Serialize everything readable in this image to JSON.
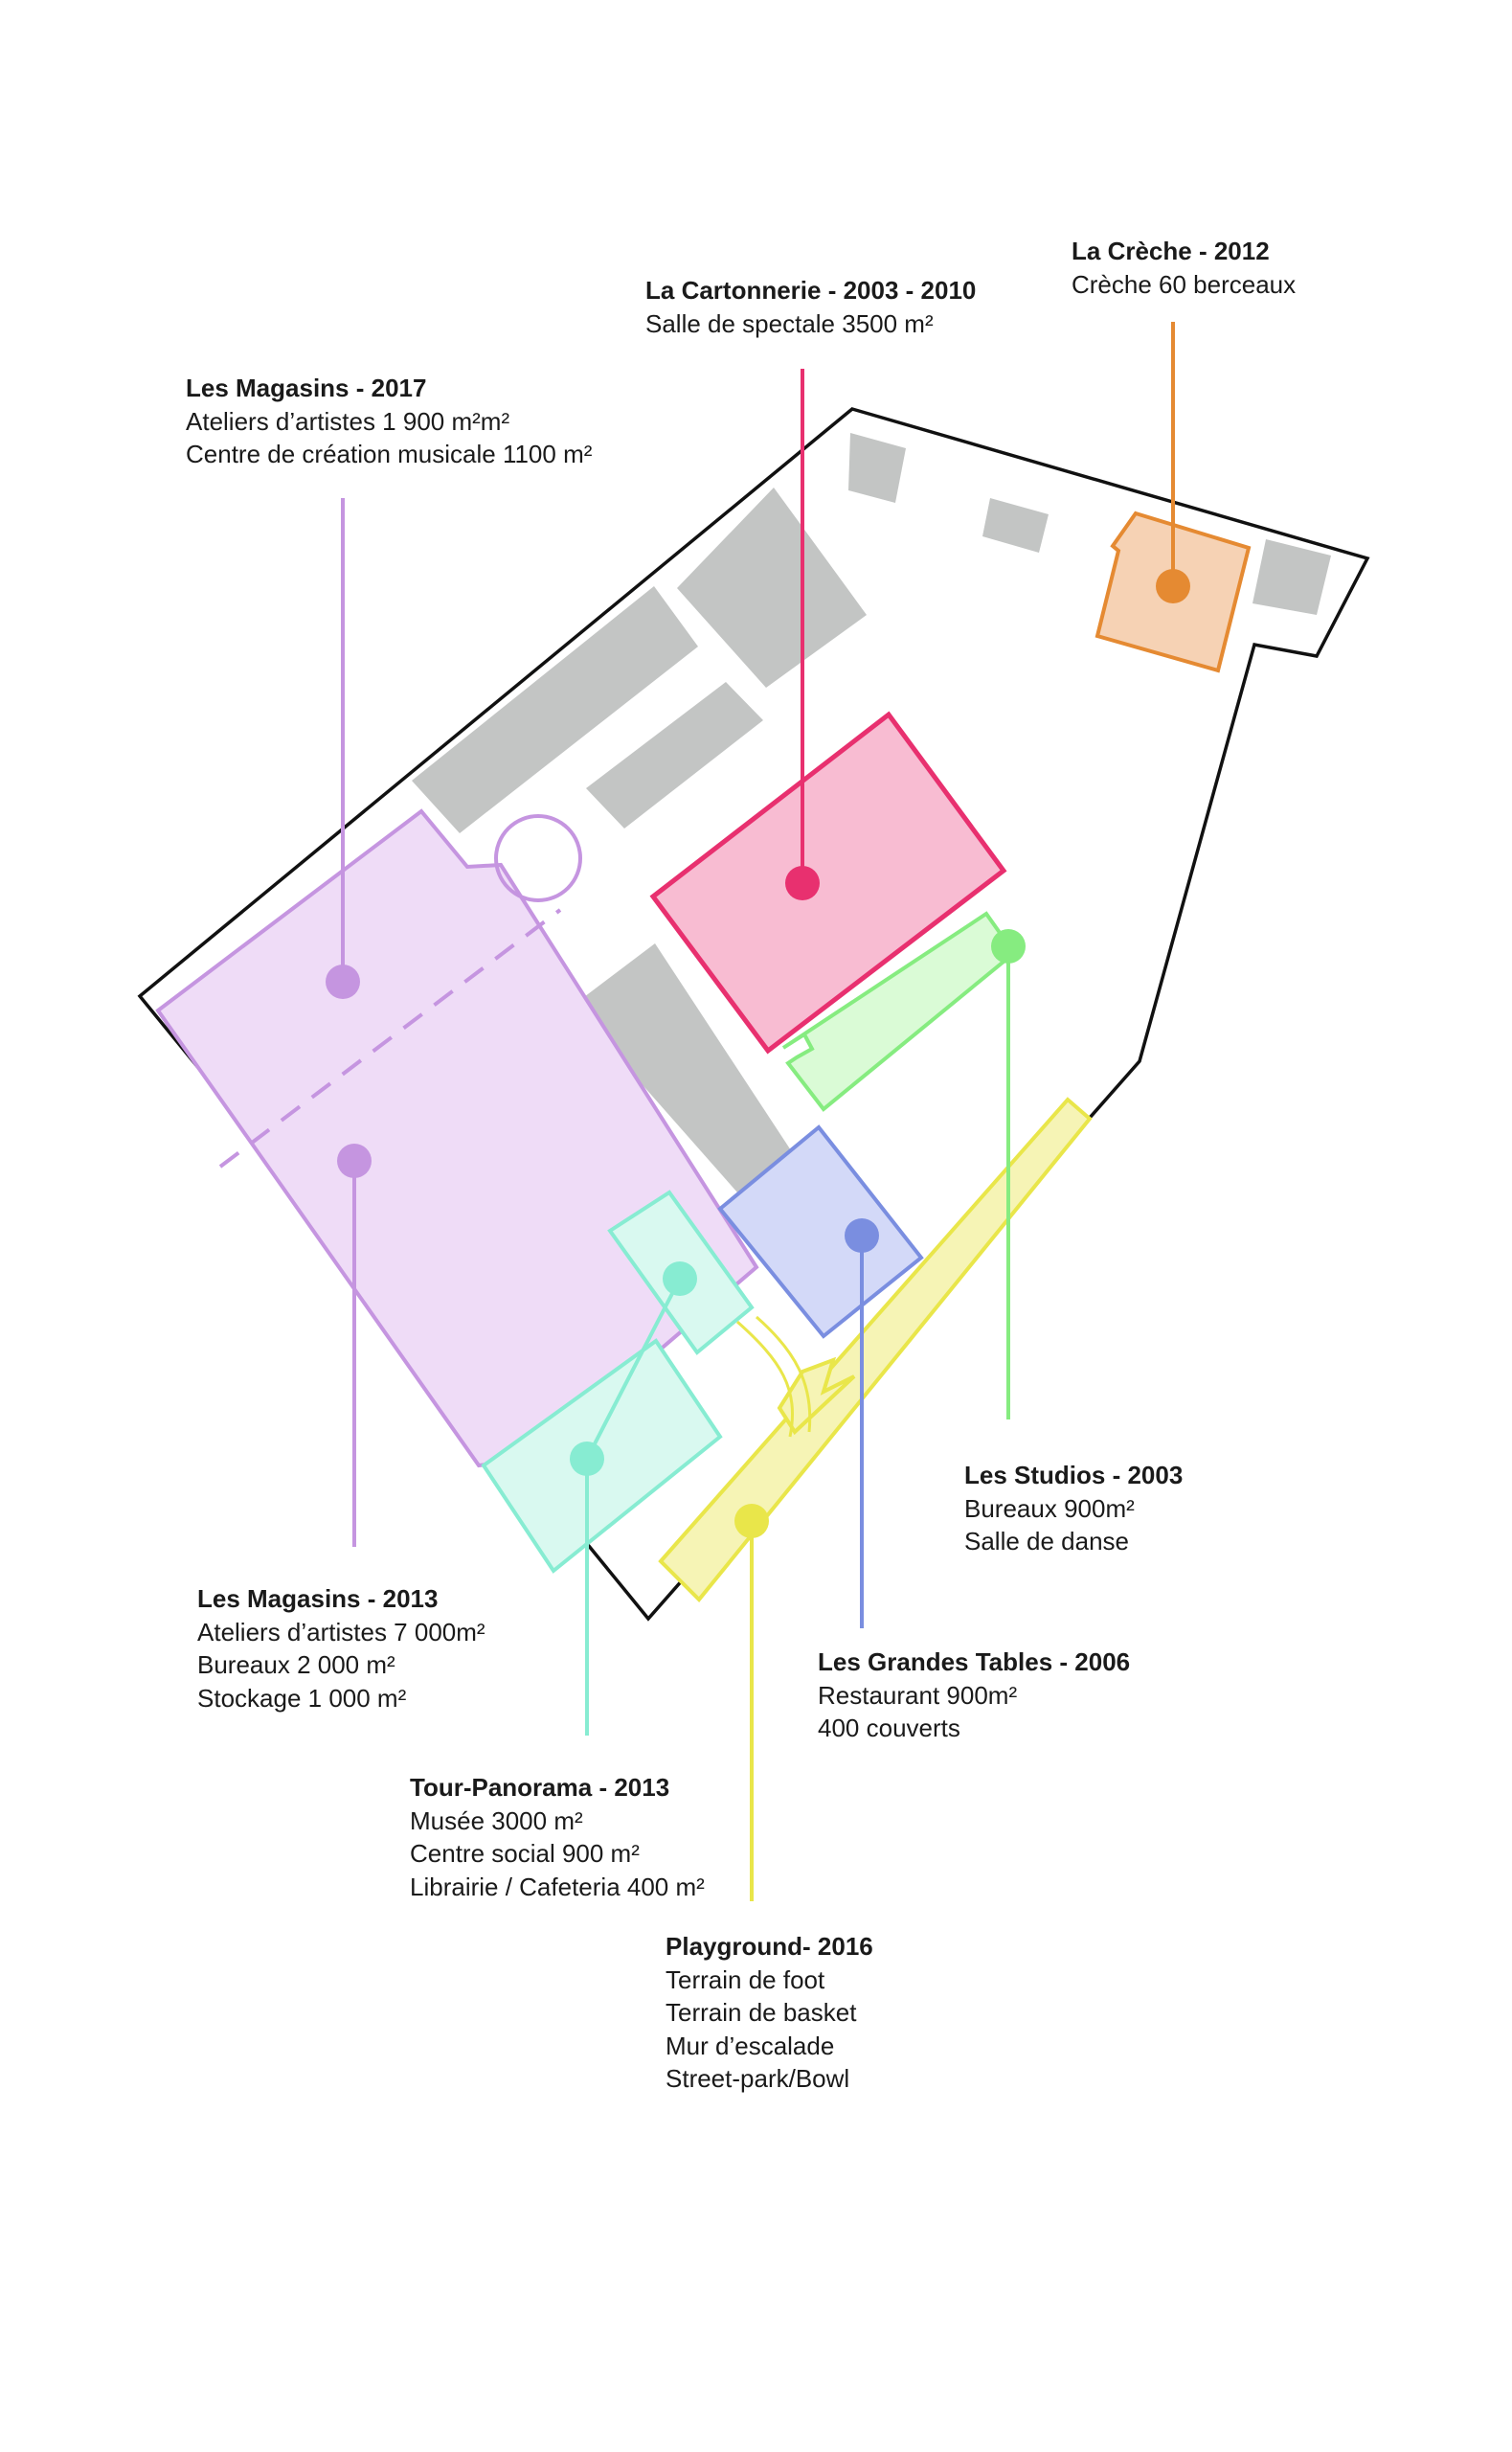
{
  "colors": {
    "outline": "#111111",
    "existing_building": "#c3c5c4",
    "magasins": "#c595e0",
    "magasins_fill": "#efdcf7",
    "cartonnerie": "#e8306f",
    "cartonnerie_fill": "#f8bcd2",
    "creche": "#e58a32",
    "creche_fill": "#f6d2b4",
    "studios": "#86ec80",
    "studios_fill": "#dafbd6",
    "grandes_tables": "#7a8ee0",
    "grandes_tables_fill": "#d3d9f8",
    "tour_panorama": "#87ecd2",
    "tour_panorama_fill": "#d9f9f0",
    "playground": "#e9e64a",
    "playground_fill": "#f6f4b5"
  },
  "labels": {
    "magasins_2017": {
      "title": "Les Magasins - 2017",
      "lines": [
        "Ateliers d’artistes 1 900 m²m²",
        "Centre de création musicale 1100 m²"
      ]
    },
    "cartonnerie": {
      "title": "La Cartonnerie - 2003 - 2010",
      "lines": [
        "Salle de spectale 3500 m²"
      ]
    },
    "creche": {
      "title": "La Crèche - 2012",
      "lines": [
        "Crèche 60 berceaux"
      ]
    },
    "studios": {
      "title": "Les Studios - 2003",
      "lines": [
        "Bureaux 900m²",
        "Salle de danse"
      ]
    },
    "magasins_2013": {
      "title": "Les Magasins - 2013",
      "lines": [
        "Ateliers d’artistes 7 000m²",
        "Bureaux 2 000 m²",
        "Stockage 1 000 m²"
      ]
    },
    "grandes_tables": {
      "title": "Les Grandes Tables - 2006",
      "lines": [
        "Restaurant 900m²",
        "400 couverts"
      ]
    },
    "tour_panorama": {
      "title": "Tour-Panorama - 2013",
      "lines": [
        "Musée 3000 m²",
        "Centre social 900 m²",
        "Librairie / Cafeteria 400 m²"
      ]
    },
    "playground": {
      "title": "Playground-  2016",
      "lines": [
        "Terrain de foot",
        "Terrain de basket",
        "Mur d’escalade",
        "Street-park/Bowl"
      ]
    }
  }
}
